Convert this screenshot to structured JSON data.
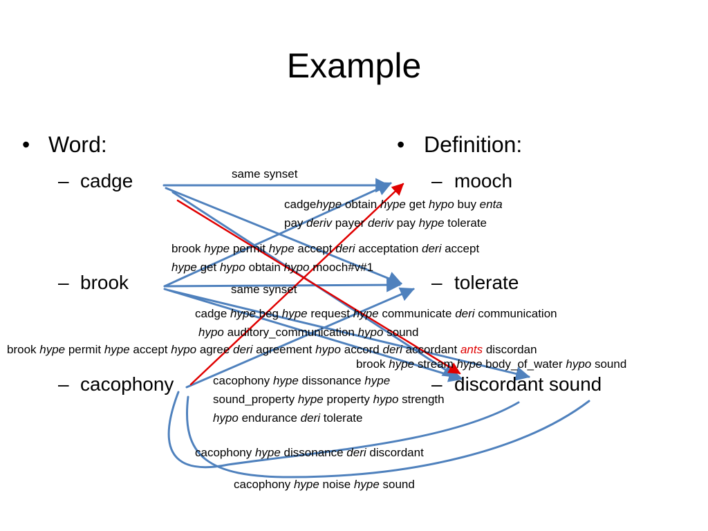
{
  "slide": {
    "title": "Example",
    "left_bullet": "Word:",
    "right_bullet": "Definition:",
    "bullet_marker": "•",
    "dash": "–",
    "words": [
      "cadge",
      "brook",
      "cacophony"
    ],
    "definitions": [
      "mooch",
      "tolerate",
      "discordant sound"
    ]
  },
  "colors": {
    "blue_arrow": "#4f81bd",
    "red_arrow": "#e00000",
    "red_text": "#e00000"
  },
  "labels": {
    "same_synset_1": "same synset",
    "same_synset_2": "same synset",
    "cadge_path": [
      [
        "cadge",
        " "
      ],
      [
        "hype",
        "i"
      ],
      [
        " obtain ",
        ""
      ],
      [
        "hype",
        "i"
      ],
      [
        " get ",
        ""
      ],
      [
        "hypo",
        "i"
      ],
      [
        " buy ",
        ""
      ],
      [
        "enta",
        "i"
      ]
    ],
    "cadge_path_2": [
      [
        "pay ",
        ""
      ],
      [
        "deriv",
        "i"
      ],
      [
        " payer ",
        ""
      ],
      [
        "deriv",
        "i"
      ],
      [
        " pay ",
        ""
      ],
      [
        "hype",
        "i"
      ],
      [
        " tolerate",
        ""
      ]
    ],
    "brook_path": [
      [
        "brook ",
        ""
      ],
      [
        "hype",
        "i"
      ],
      [
        " permit ",
        ""
      ],
      [
        "hype",
        "i"
      ],
      [
        " accept ",
        ""
      ],
      [
        "deri",
        "i"
      ],
      [
        " acceptation ",
        ""
      ],
      [
        "deri",
        "i"
      ],
      [
        " accept",
        ""
      ]
    ],
    "brook_path_2": [
      [
        "hype",
        "i"
      ],
      [
        " get ",
        ""
      ],
      [
        "hypo",
        "i"
      ],
      [
        " obtain ",
        ""
      ],
      [
        "hypo",
        "i"
      ],
      [
        " mooch#v#1",
        ""
      ]
    ],
    "cadge_sound": [
      [
        "cadge ",
        ""
      ],
      [
        "hype",
        "i"
      ],
      [
        " beg ",
        ""
      ],
      [
        "hype",
        "i"
      ],
      [
        " request ",
        ""
      ],
      [
        "hype",
        "i"
      ],
      [
        " communicate ",
        ""
      ],
      [
        "deri",
        "i"
      ],
      [
        " communication",
        ""
      ]
    ],
    "cadge_sound_2": [
      [
        "hypo",
        "i"
      ],
      [
        " auditory_communication ",
        ""
      ],
      [
        "hypo",
        "i"
      ],
      [
        " sound",
        ""
      ]
    ],
    "brook_discord": [
      [
        "brook ",
        ""
      ],
      [
        "hype",
        "i"
      ],
      [
        " permit ",
        ""
      ],
      [
        "hype",
        "i"
      ],
      [
        " accept ",
        ""
      ],
      [
        "hypo",
        "i"
      ],
      [
        " agree ",
        ""
      ],
      [
        "deri",
        "i"
      ],
      [
        " agreement ",
        ""
      ],
      [
        "hypo",
        "i"
      ],
      [
        " accord ",
        ""
      ],
      [
        "deri",
        "i"
      ],
      [
        " accordant ",
        ""
      ],
      [
        "ants",
        "ir"
      ],
      [
        " discordan",
        ""
      ]
    ],
    "brook_sound": [
      [
        "brook ",
        ""
      ],
      [
        "hype",
        "i"
      ],
      [
        " stream ",
        ""
      ],
      [
        "hype",
        "i"
      ],
      [
        " body_of_water ",
        ""
      ],
      [
        "hypo",
        "i"
      ],
      [
        " sound",
        ""
      ]
    ],
    "caco_tol_1": [
      [
        "cacophony ",
        ""
      ],
      [
        "hype",
        "i"
      ],
      [
        " dissonance ",
        ""
      ],
      [
        "hype",
        "i"
      ]
    ],
    "caco_tol_2": [
      [
        "sound_property ",
        ""
      ],
      [
        "hype",
        "i"
      ],
      [
        " property ",
        ""
      ],
      [
        "hypo",
        "i"
      ],
      [
        " strength",
        ""
      ]
    ],
    "caco_tol_3": [
      [
        "hypo",
        "i"
      ],
      [
        " endurance ",
        ""
      ],
      [
        "deri",
        "i"
      ],
      [
        " tolerate",
        ""
      ]
    ],
    "caco_discord": [
      [
        "cacophony ",
        ""
      ],
      [
        "hype",
        "i"
      ],
      [
        " dissonance ",
        ""
      ],
      [
        "deri",
        "i"
      ],
      [
        " discordant",
        ""
      ]
    ],
    "caco_noise": [
      [
        "cacophony ",
        ""
      ],
      [
        "hype",
        "i"
      ],
      [
        " noise ",
        ""
      ],
      [
        "hype",
        "i"
      ],
      [
        " sound",
        ""
      ]
    ]
  }
}
